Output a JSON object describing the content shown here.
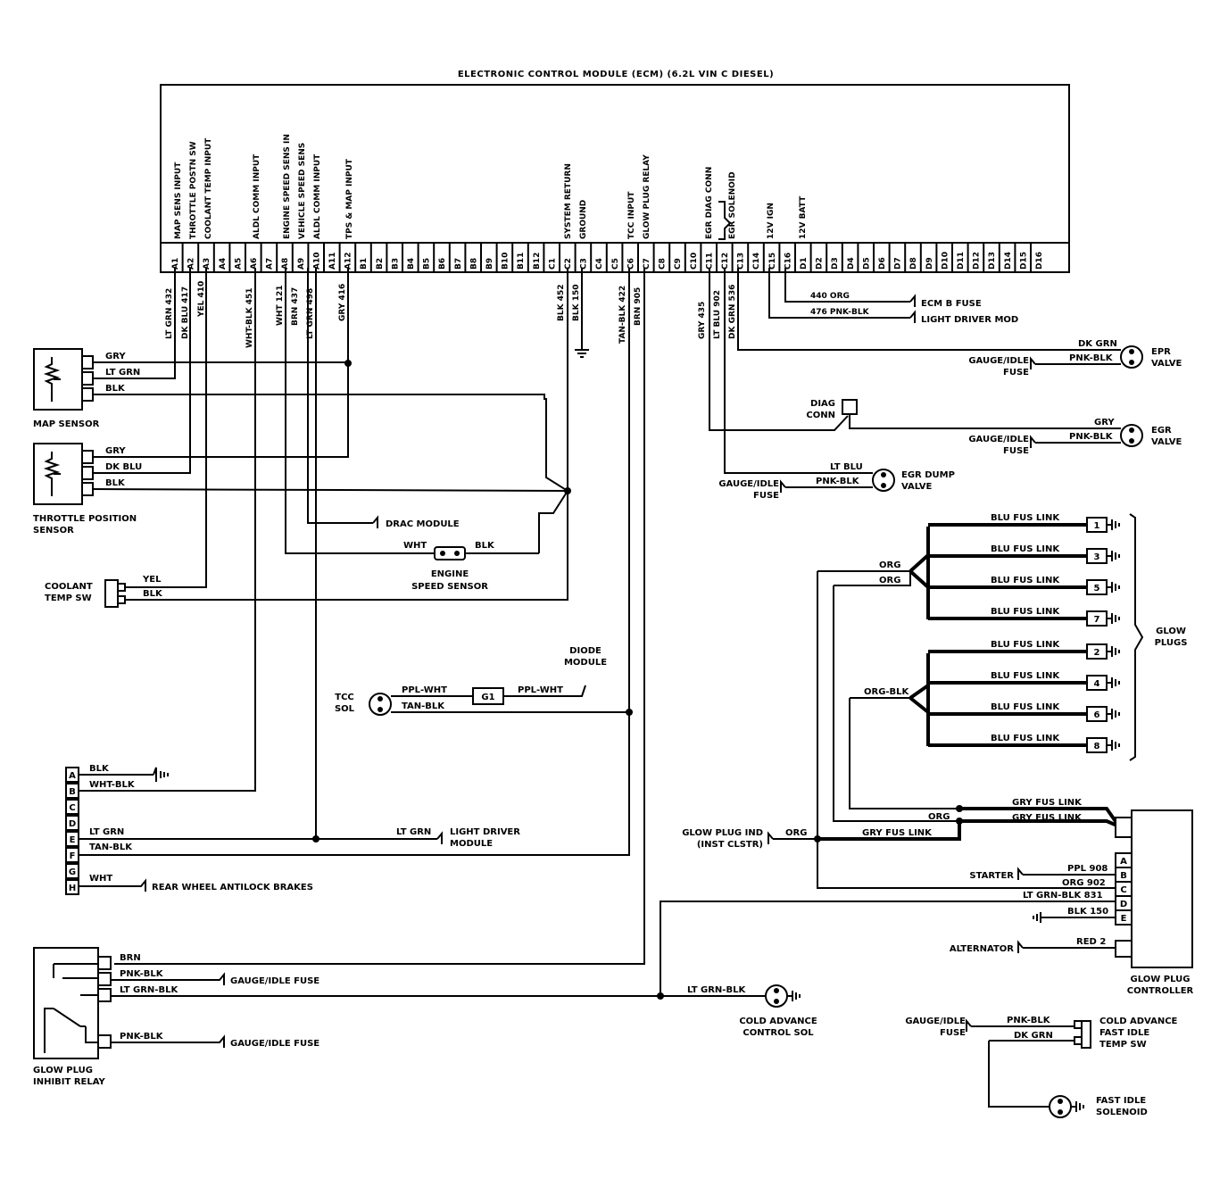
{
  "ecm": {
    "title": "ELECTRONIC CONTROL MODULE (ECM) (6.2L VIN C DIESEL)",
    "functions": {
      "a1": "MAP SENS INPUT",
      "a2": "THROTTLE POSTN SW",
      "a3": "COOLANT TEMP INPUT",
      "a6": "ALDL COMM INPUT",
      "a8": "ENGINE SPEED SENS IN",
      "a9": "VEHICLE SPEED SENS",
      "a10": "ALDL COMM INPUT",
      "a12": "TPS & MAP INPUT",
      "c1": "SYSTEM RETURN",
      "c2": "GROUND",
      "c5": "TCC INPUT",
      "c6": "GLOW PLUG RELAY",
      "c10": "EGR DIAG CONN",
      "c11": "EGR SOLENOID",
      "c14": "12V IGN",
      "c16": "12V BATT"
    },
    "pins": [
      "A1",
      "A2",
      "A3",
      "A4",
      "A5",
      "A6",
      "A7",
      "A8",
      "A9",
      "A10",
      "A11",
      "A12",
      "B1",
      "B2",
      "B3",
      "B4",
      "B5",
      "B6",
      "B7",
      "B8",
      "B9",
      "B10",
      "B11",
      "B12",
      "C1",
      "C2",
      "C3",
      "C4",
      "C5",
      "C6",
      "C7",
      "C8",
      "C9",
      "C10",
      "C11",
      "C12",
      "C13",
      "C14",
      "C15",
      "C16",
      "D1",
      "D2",
      "D3",
      "D4",
      "D5",
      "D6",
      "D7",
      "D8",
      "D9",
      "D10",
      "D11",
      "D12",
      "D13",
      "D14",
      "D15",
      "D16"
    ]
  },
  "wires": {
    "a1": "LT GRN 432",
    "a2": "DK BLU 417",
    "a3": "YEL 410",
    "a6": "WHT-BLK 451",
    "a8": "WHT 121",
    "a9": "BRN 437",
    "a10": "LT GRN 498",
    "a12": "GRY 416",
    "c1": "BLK 452",
    "c2": "BLK 150",
    "c5": "TAN-BLK 422",
    "c6": "BRN 905",
    "c10": "GRY 435",
    "c11": "LT BLU 902",
    "c12": "DK GRN 536",
    "c16a": "440 ORG",
    "c16b": "476 PNK-BLK"
  },
  "labels": {
    "ecm_fuse": "ECM B FUSE",
    "light_driver_mod": "LIGHT DRIVER MOD",
    "map_sensor": "MAP SENSOR",
    "tps_l1": "THROTTLE POSITION",
    "tps_l2": "SENSOR",
    "gry": "GRY",
    "lt_grn": "LT GRN",
    "blk": "BLK",
    "dk_blu": "DK BLU",
    "drac_module": "DRAC MODULE",
    "wht": "WHT",
    "ess_l1": "ENGINE",
    "ess_l2": "SPEED SENSOR",
    "coolant_l1": "COOLANT",
    "coolant_l2": "TEMP SW",
    "yel": "YEL",
    "diode_l1": "DIODE",
    "diode_l2": "MODULE",
    "tcc_l1": "TCC",
    "tcc_l2": "SOL",
    "ppl_wht": "PPL-WHT",
    "tan_blk": "TAN-BLK",
    "g1": "G1",
    "conn_letters": [
      "A",
      "B",
      "C",
      "D",
      "E",
      "F",
      "G",
      "H"
    ],
    "wht_blk": "WHT-BLK",
    "ldm_l1": "LIGHT DRIVER",
    "ldm_l2": "MODULE",
    "rwal": "REAR WHEEL ANTILOCK BRAKES",
    "dk_grn": "DK GRN",
    "pnk_blk": "PNK-BLK",
    "gauge_idle": "GAUGE/IDLE",
    "fuse": "FUSE",
    "epr_l1": "EPR",
    "epr_l2": "VALVE",
    "diag_l1": "DIAG",
    "diag_l2": "CONN",
    "egr_l1": "EGR",
    "egr_l2": "VALVE",
    "lt_blu": "LT BLU",
    "dump_l1": "EGR DUMP",
    "dump_l2": "VALVE",
    "blu_fus_link": "BLU FUS LINK",
    "plug_numbers": [
      "1",
      "3",
      "5",
      "7",
      "2",
      "4",
      "6",
      "8"
    ],
    "org": "ORG",
    "org_blk": "ORG-BLK",
    "glow_l1": "GLOW",
    "glow_l2": "PLUGS",
    "gry_fus_link": "GRY FUS LINK",
    "gpi_l1": "GLOW PLUG IND",
    "gpi_l2": "(INST CLSTR)",
    "starter": "STARTER",
    "ppl_908": "PPL 908",
    "org_902": "ORG 902",
    "ltgrnblk_831": "LT GRN-BLK 831",
    "blk_150": "BLK 150",
    "red_2": "RED 2",
    "alternator": "ALTERNATOR",
    "gpc_l1": "GLOW PLUG",
    "gpc_l2": "CONTROLLER",
    "ctrl_letters": [
      "A",
      "B",
      "C",
      "D",
      "E"
    ],
    "brn": "BRN",
    "lt_grn_blk": "LT GRN-BLK",
    "gauge_idle_fuse": "GAUGE/IDLE FUSE",
    "gpir_l1": "GLOW PLUG",
    "gpir_l2": "INHIBIT RELAY",
    "cas_l1": "COLD ADVANCE",
    "cas_l2": "CONTROL SOL",
    "cafi_l1": "COLD ADVANCE",
    "cafi_l2": "FAST IDLE",
    "cafi_l3": "TEMP SW",
    "fis_l1": "FAST IDLE",
    "fis_l2": "SOLENOID"
  }
}
